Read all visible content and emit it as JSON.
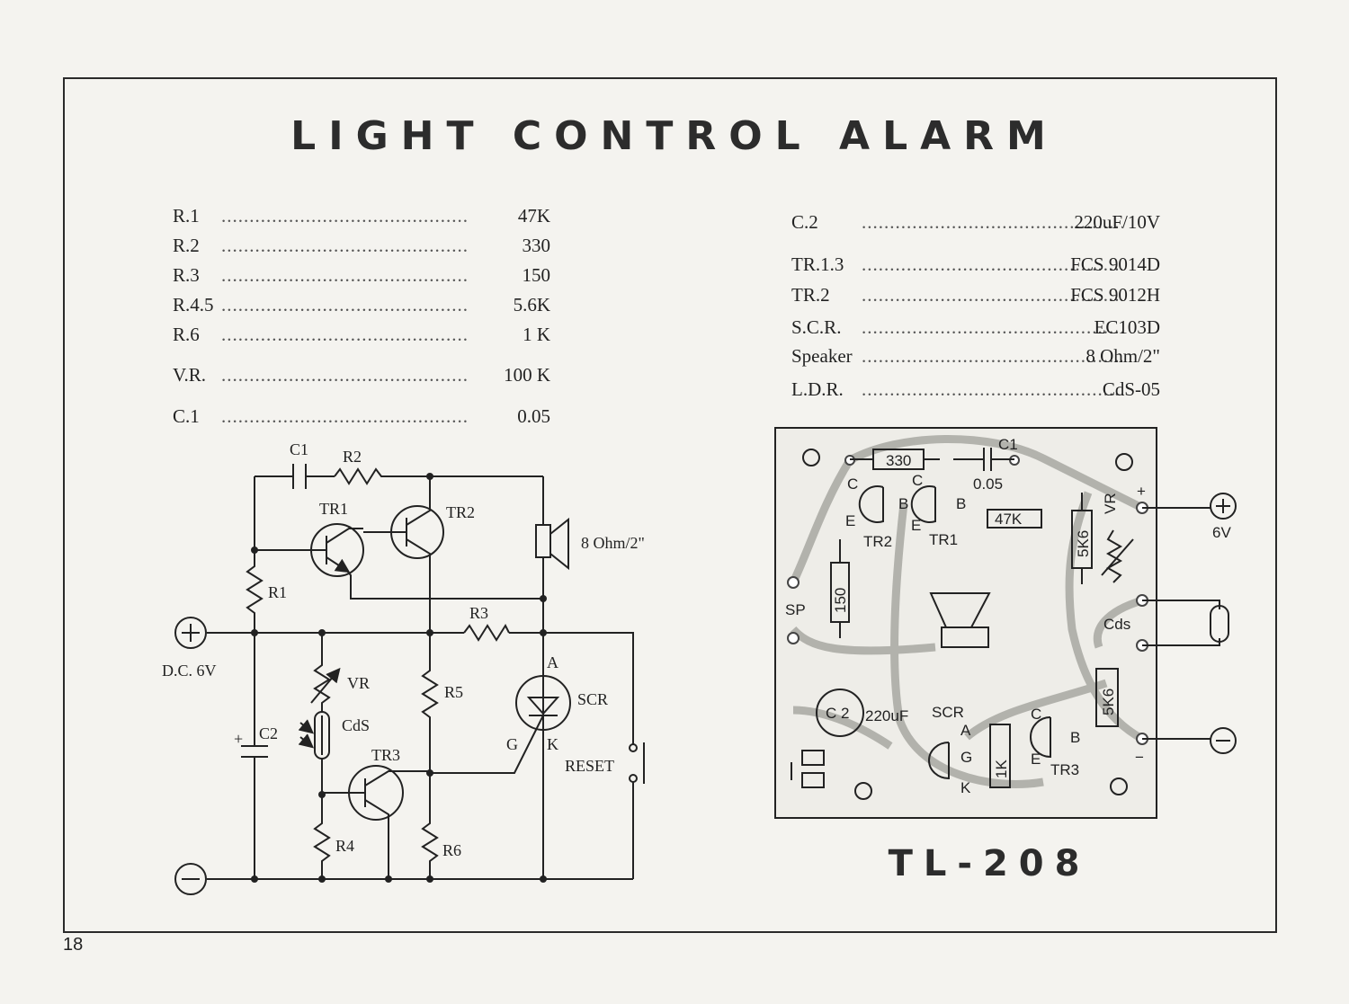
{
  "title": "LIGHT CONTROL ALARM",
  "model": "TL-208",
  "page_number": "18",
  "parts_left": [
    {
      "ref": "R.1",
      "value": "47K"
    },
    {
      "ref": "R.2",
      "value": "330"
    },
    {
      "ref": "R.3",
      "value": "150"
    },
    {
      "ref": "R.4.5",
      "value": "5.6K"
    },
    {
      "ref": "R.6",
      "value": "1 K"
    },
    {
      "ref": "V.R.",
      "value": "100 K"
    },
    {
      "ref": "C.1",
      "value": "0.05"
    }
  ],
  "parts_right": [
    {
      "ref": "C.2",
      "value": "220uF/10V"
    },
    {
      "ref": "TR.1.3",
      "value": "FCS 9014D"
    },
    {
      "ref": "TR.2",
      "value": "FCS 9012H"
    },
    {
      "ref": "S.C.R.",
      "value": "EC103D"
    },
    {
      "ref": "Speaker",
      "value": "8 Ohm/2\""
    },
    {
      "ref": "L.D.R.",
      "value": "CdS-05"
    }
  ],
  "schematic": {
    "c1": "C1",
    "r2": "R2",
    "tr1": "TR1",
    "tr2": "TR2",
    "speaker": "8 Ohm/2\"",
    "r1": "R1",
    "r3": "R3",
    "plus": "+",
    "dc": "D.C. 6V",
    "vr": "VR",
    "r5": "R5",
    "a": "A",
    "scr": "SCR",
    "cds": "CdS",
    "c2": "C2",
    "tr3": "TR3",
    "g": "G",
    "k": "K",
    "reset": "RESET",
    "r4": "R4",
    "r6": "R6"
  },
  "pcb": {
    "r330": "330",
    "c1": "C1",
    "c005": "0.05",
    "c_a": "C",
    "c_b": "C",
    "b_a": "B",
    "b_b": "B",
    "e_a": "E",
    "e_b": "E",
    "tr2": "TR2",
    "tr1": "TR1",
    "r47k": "47K",
    "r5k6a": "5K6",
    "vr": "VR",
    "plus": "+",
    "v6": "6V",
    "r150": "150",
    "sp": "SP",
    "cds": "Cds",
    "c2": "C 2",
    "c2val": "220uF",
    "scr": "SCR",
    "a": "A",
    "g": "G",
    "k": "K",
    "r1k": "1K",
    "c3": "C",
    "b3": "B",
    "e3": "E",
    "tr3": "TR3",
    "r5k6b": "5K6",
    "minus": "−"
  }
}
